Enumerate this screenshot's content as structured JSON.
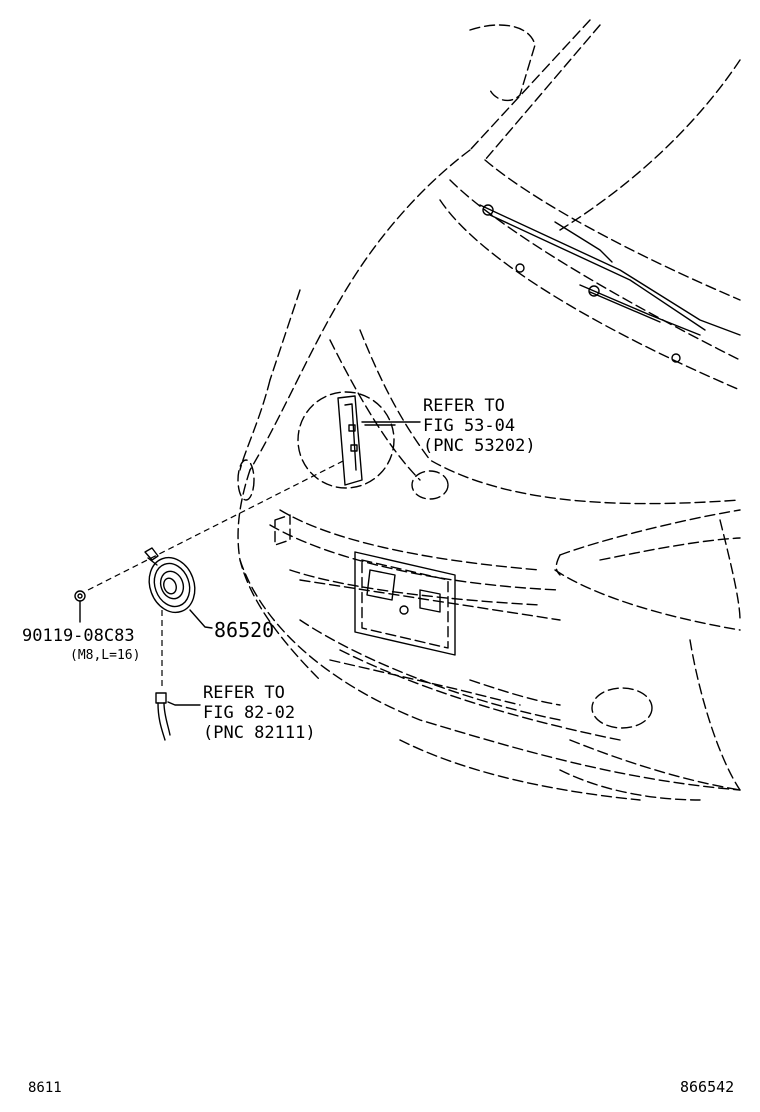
{
  "callouts": {
    "fig_53": {
      "line1": "REFER TO",
      "line2": "FIG 53-04",
      "line3": "(PNC 53202)"
    },
    "fig_82": {
      "line1": "REFER TO",
      "line2": "FIG 82-02",
      "line3": "(PNC 82111)"
    }
  },
  "parts": {
    "horn_part_number": "86520",
    "bolt_part_number": "90119-08C83",
    "bolt_spec": "(M8,L=16)"
  },
  "footer": {
    "left_code": "8611",
    "right_code": "866542"
  }
}
